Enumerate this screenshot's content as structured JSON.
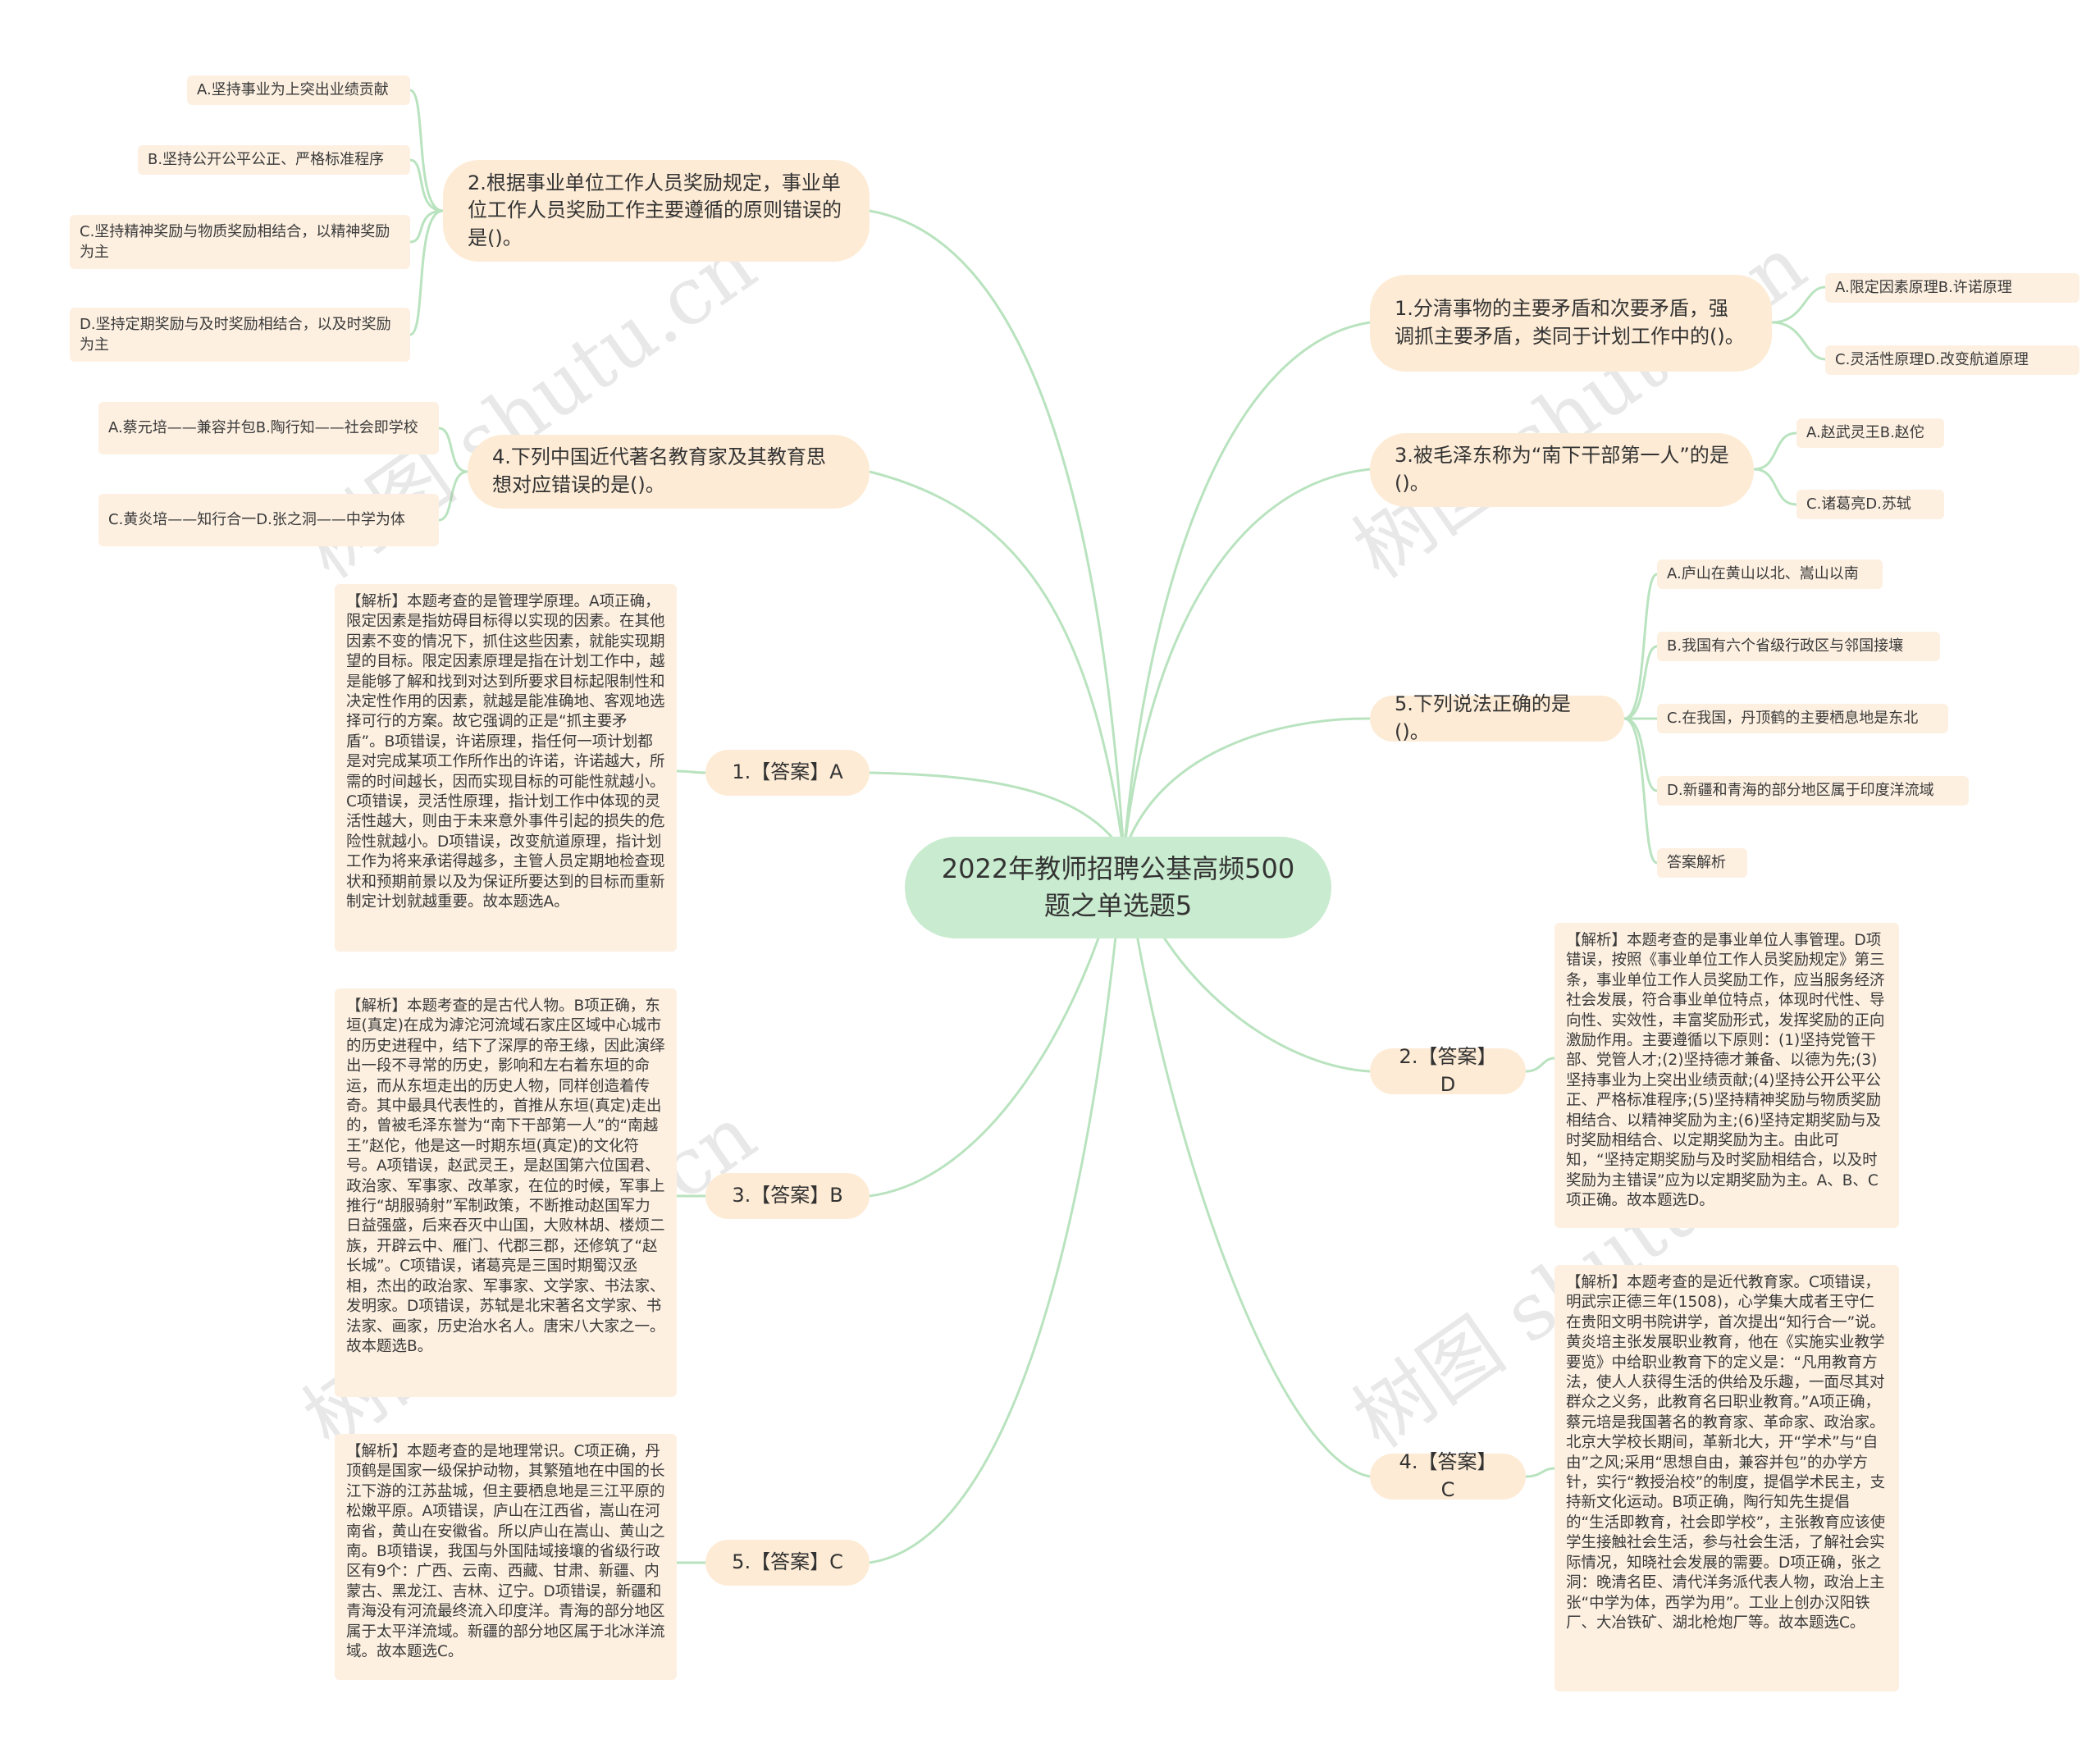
{
  "root": {
    "title": "2022年教师招聘公基高频500题之单选题5"
  },
  "questions": {
    "q1": {
      "text": "1.分清事物的主要矛盾和次要矛盾，强调抓主要矛盾，类同于计划工作中的()。",
      "options": [
        "A.限定因素原理B.许诺原理",
        "C.灵活性原理D.改变航道原理"
      ]
    },
    "q2": {
      "text": "2.根据事业单位工作人员奖励规定，事业单位工作人员奖励工作主要遵循的原则错误的是()。",
      "options": [
        "A.坚持事业为上突出业绩贡献",
        "B.坚持公开公平公正、严格标准程序",
        "C.坚持精神奖励与物质奖励相结合，以精神奖励为主",
        "D.坚持定期奖励与及时奖励相结合，以及时奖励为主"
      ]
    },
    "q3": {
      "text": "3.被毛泽东称为“南下干部第一人”的是()。",
      "options": [
        "A.赵武灵王B.赵佗",
        "C.诸葛亮D.苏轼"
      ]
    },
    "q4": {
      "text": "4.下列中国近代著名教育家及其教育思想对应错误的是()。",
      "options": [
        "A.蔡元培——兼容并包B.陶行知——社会即学校",
        "C.黄炎培——知行合一D.张之洞——中学为体"
      ]
    },
    "q5": {
      "text": "5.下列说法正确的是()。",
      "options": [
        "A.庐山在黄山以北、嵩山以南",
        "B.我国有六个省级行政区与邻国接壤",
        "C.在我国，丹顶鹤的主要栖息地是东北",
        "D.新疆和青海的部分地区属于印度洋流域",
        "答案解析"
      ]
    }
  },
  "answers": {
    "a1": {
      "label": "1.【答案】A",
      "analysis": "【解析】本题考查的是管理学原理。A项正确，限定因素是指妨碍目标得以实现的因素。在其他因素不变的情况下，抓住这些因素，就能实现期望的目标。限定因素原理是指在计划工作中，越是能够了解和找到对达到所要求目标起限制性和决定性作用的因素，就越是能准确地、客观地选择可行的方案。故它强调的正是“抓主要矛盾”。B项错误，许诺原理，指任何一项计划都是对完成某项工作所作出的许诺，许诺越大，所需的时间越长，因而实现目标的可能性就越小。C项错误，灵活性原理，指计划工作中体现的灵活性越大，则由于未来意外事件引起的损失的危险性就越小。D项错误，改变航道原理，指计划工作为将来承诺得越多，主管人员定期地检查现状和预期前景以及为保证所要达到的目标而重新制定计划就越重要。故本题选A。"
    },
    "a2": {
      "label": "2.【答案】D",
      "analysis": "【解析】本题考查的是事业单位人事管理。D项错误，按照《事业单位工作人员奖励规定》第三条，事业单位工作人员奖励工作，应当服务经济社会发展，符合事业单位特点，体现时代性、导向性、实效性，丰富奖励形式，发挥奖励的正向激励作用。主要遵循以下原则：(1)坚持党管干部、党管人才;(2)坚持德才兼备、以德为先;(3)坚持事业为上突出业绩贡献;(4)坚持公开公平公正、严格标准程序;(5)坚持精神奖励与物质奖励相结合、以精神奖励为主;(6)坚持定期奖励与及时奖励相结合、以定期奖励为主。由此可知，“坚持定期奖励与及时奖励相结合，以及时奖励为主错误”应为以定期奖励为主。A、B、C项正确。故本题选D。"
    },
    "a3": {
      "label": "3.【答案】B",
      "analysis": "【解析】本题考查的是古代人物。B项正确，东垣(真定)在成为滹沱河流域石家庄区域中心城市的历史进程中，结下了深厚的帝王缘，因此演绎出一段不寻常的历史，影响和左右着东垣的命运，而从东垣走出的历史人物，同样创造着传奇。其中最具代表性的，首推从东垣(真定)走出的，曾被毛泽东誉为“南下干部第一人”的“南越王”赵佗，他是这一时期东垣(真定)的文化符号。A项错误，赵武灵王，是赵国第六位国君、政治家、军事家、改革家，在位的时候，军事上推行“胡服骑射”军制政策，不断推动赵国军力日益强盛，后来吞灭中山国，大败林胡、楼烦二族，开辟云中、雁门、代郡三郡，还修筑了“赵长城”。C项错误，诸葛亮是三国时期蜀汉丞相，杰出的政治家、军事家、文学家、书法家、发明家。D项错误，苏轼是北宋著名文学家、书法家、画家，历史治水名人。唐宋八大家之一。故本题选B。"
    },
    "a4": {
      "label": "4.【答案】C",
      "analysis": "【解析】本题考查的是近代教育家。C项错误，明武宗正德三年(1508)，心学集大成者王守仁在贵阳文明书院讲学，首次提出“知行合一”说。黄炎培主张发展职业教育，他在《实施实业教学要览》中给职业教育下的定义是：“凡用教育方法，使人人获得生活的供给及乐趣，一面尽其对群众之义务，此教育名曰职业教育。”A项正确，蔡元培是我国著名的教育家、革命家、政治家。北京大学校长期间，革新北大，开“学术”与“自由”之风;采用“思想自由，兼容并包”的办学方针，实行“教授治校”的制度，提倡学术民主，支持新文化运动。B项正确，陶行知先生提倡的“生活即教育，社会即学校”，主张教育应该使学生接触社会生活，参与社会生活，了解社会实际情况，知晓社会发展的需要。D项正确，张之洞：晚清名臣、清代洋务派代表人物，政治上主张“中学为体，西学为用”。工业上创办汉阳铁厂、大冶铁矿、湖北枪炮厂等。故本题选C。"
    },
    "a5": {
      "label": "5.【答案】C",
      "analysis": "【解析】本题考查的是地理常识。C项正确，丹顶鹤是国家一级保护动物，其繁殖地在中国的长江下游的江苏盐城，但主要栖息地是三江平原的松嫩平原。A项错误，庐山在江西省，嵩山在河南省，黄山在安徽省。所以庐山在嵩山、黄山之南。B项错误，我国与外国陆域接壤的省级行政区有9个：广西、云南、西藏、甘肃、新疆、内蒙古、黑龙江、吉林、辽宁。D项错误，新疆和青海没有河流最终流入印度洋。青海的部分地区属于太平洋流域。新疆的部分地区属于北冰洋流域。故本题选C。"
    }
  },
  "watermark": "树图 shutu.cn",
  "colors": {
    "root_bg": "#c9ebcf",
    "topic_bg": "#fdebd5",
    "leaf_bg": "#fdf0e1",
    "link": "#b9e3bf"
  }
}
